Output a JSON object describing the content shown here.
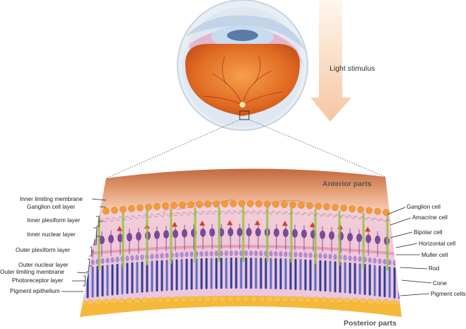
{
  "labels": {
    "light_stimulus": "Light stimulus",
    "anterior": "Anterior parts",
    "posterior": "Posterior parts"
  },
  "left_layers": [
    "Inner limiting membrane",
    "Ganglion cell layer",
    "Inner plexiform layer",
    "Inner nuclear layer",
    "Outer plexiform layer",
    "Outer nuclear layer",
    "Outer limiting membrane",
    "Photoreceptor layer",
    "Pigment epithelium"
  ],
  "right_cells": [
    "Ganglion cell",
    "Amacrine cell",
    "Bipolar cell",
    "Horizontal cell",
    "Muller cell",
    "Rod",
    "Cone",
    "Pigment cells"
  ],
  "colors": {
    "arrow": "#f7d2b4",
    "retina_top": "#b85a2c",
    "ganglion": "#f29a3a",
    "bipolar": "#7a4a9a",
    "amacrine": "#d83a2a",
    "muller": "#8cc63f",
    "rod": "#2e3e9c",
    "pigment": "#f5b93a"
  }
}
